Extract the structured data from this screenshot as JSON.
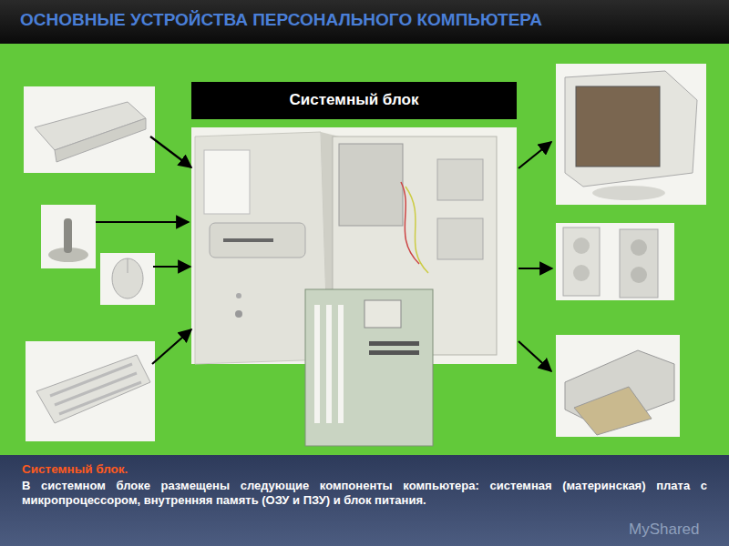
{
  "diagram": {
    "title": "ОСНОВНЫЕ УСТРОЙСТВА ПЕРСОНАЛЬНОГО КОМПЬЮТЕРА",
    "nodes": [
      {
        "text": [
          "Системный блок"
        ]
      },
      {
        "text": [
          "Системный блок.",
          "В системном блоке размещены следующие компоненты компьютера: системная (материнская) плата с микропроцессором, внутренняя память (ОЗУ и ПЗУ) и блок питания."
        ]
      }
    ],
    "labels": [
      "MyShared"
    ]
  }
}
